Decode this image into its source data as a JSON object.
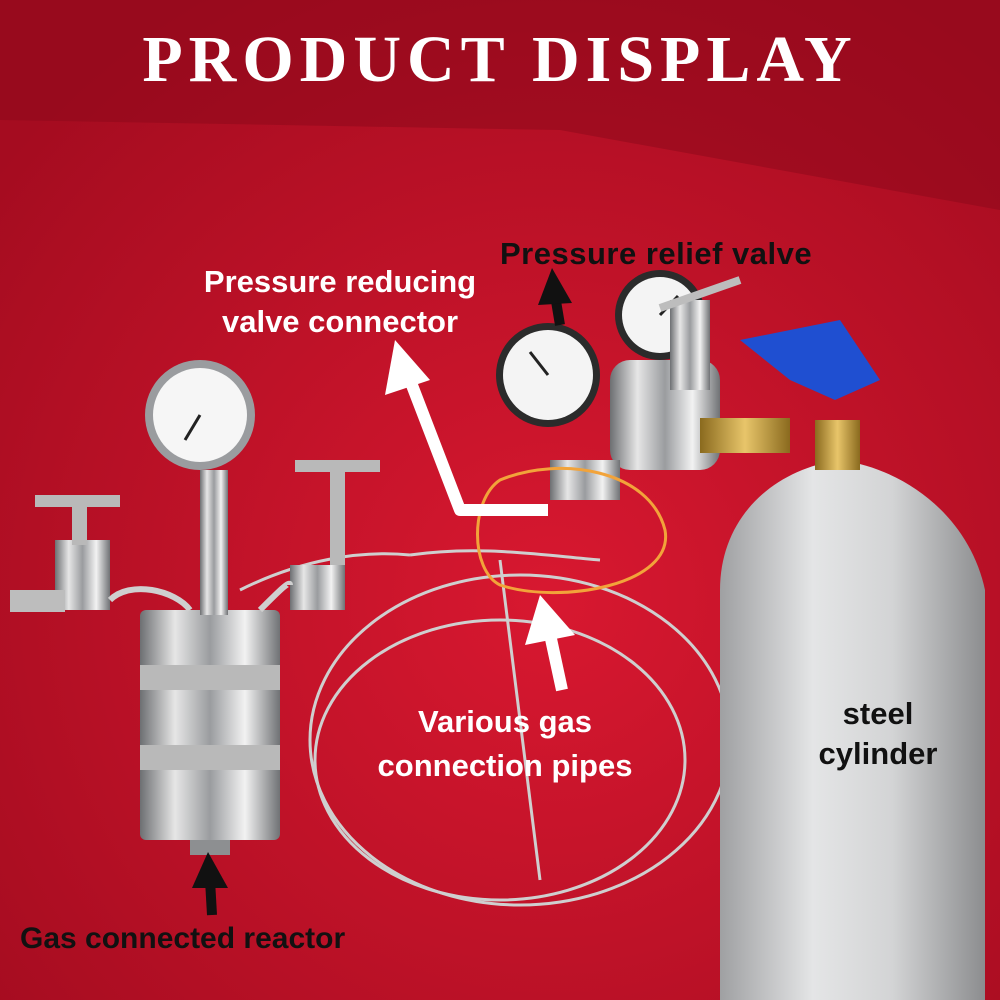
{
  "title": "PRODUCT DISPLAY",
  "labels": {
    "pressure_relief_valve": "Pressure relief valve",
    "pressure_reducing_line1": "Pressure reducing",
    "pressure_reducing_line2": "valve connector",
    "gas_pipes_line1": "Various gas",
    "gas_pipes_line2": "connection pipes",
    "steel_line1": "steel",
    "steel_line2": "cylinder",
    "reactor": "Gas connected reactor"
  },
  "colors": {
    "background": "#c8102e",
    "valve_handle": "#1f4fd1",
    "cylinder": "#d9dadb",
    "highlight_ring": "#f2a33a"
  }
}
